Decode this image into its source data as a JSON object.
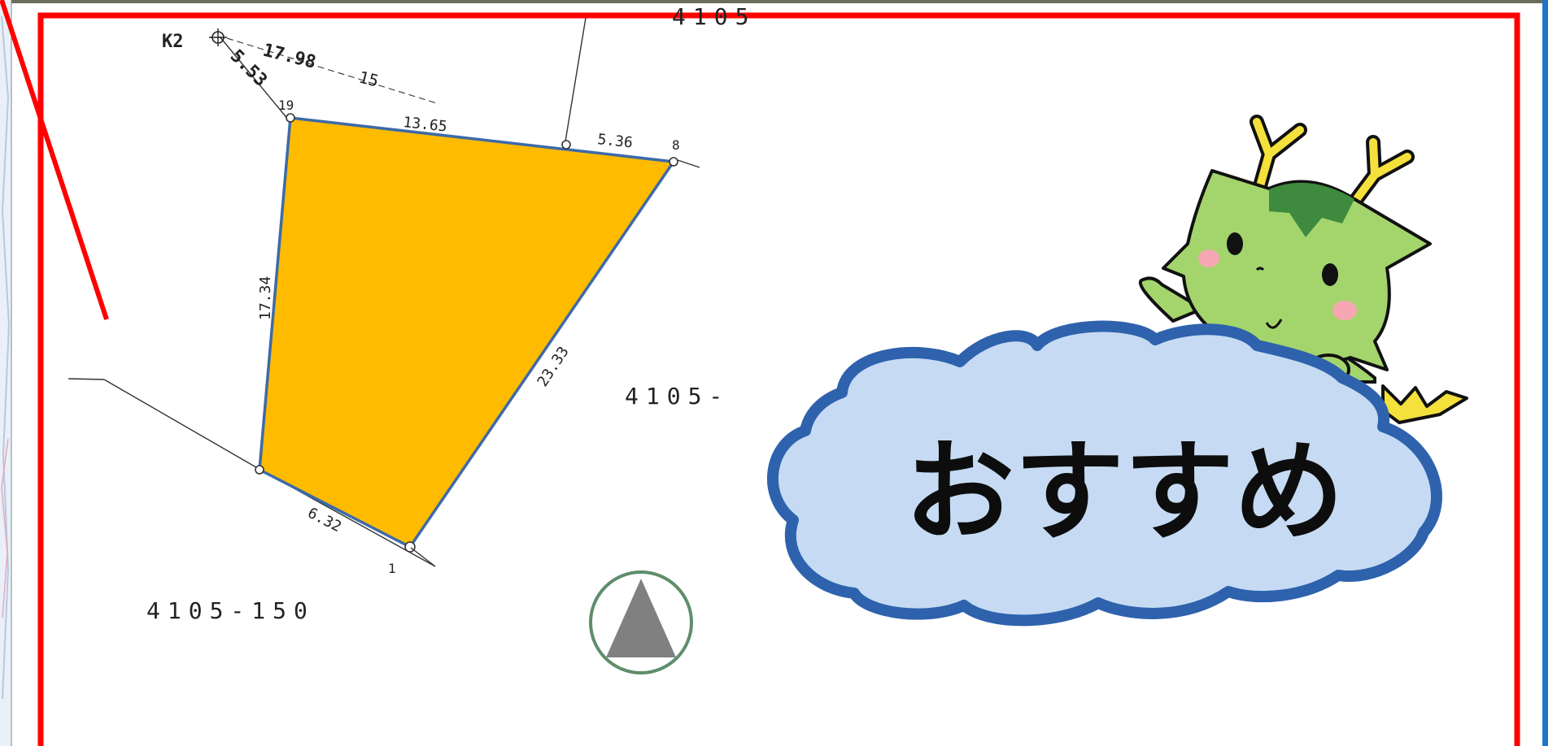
{
  "map": {
    "parcel_numbers": {
      "top": "4105",
      "right": "4105-",
      "bottom_left": "4105-150"
    },
    "benchmark": {
      "label": "K2",
      "dist_a": "17.98",
      "dist_b": "5.53",
      "dist_c": "15"
    },
    "points": {
      "p19": "19",
      "p8": "8",
      "p1": "1"
    },
    "edges": {
      "top_left": "13.65",
      "top_right": "5.36",
      "left": "17.34",
      "right": "23.33",
      "bottom": "6.32"
    },
    "north_symbol": "north-arrow-icon"
  },
  "badge": {
    "text": "おすすめ"
  },
  "colors": {
    "frame": "#ff0000",
    "parcel_fill": "#ffbb00",
    "parcel_stroke": "#3d6aa8",
    "cloud_fill": "#c6dbf3",
    "cloud_stroke": "#2e62ad",
    "mascot": "#a4d56c",
    "mascot_dark": "#3e8a3e",
    "antler": "#f4e13c",
    "right_edge_bar": "#1f73c8"
  }
}
